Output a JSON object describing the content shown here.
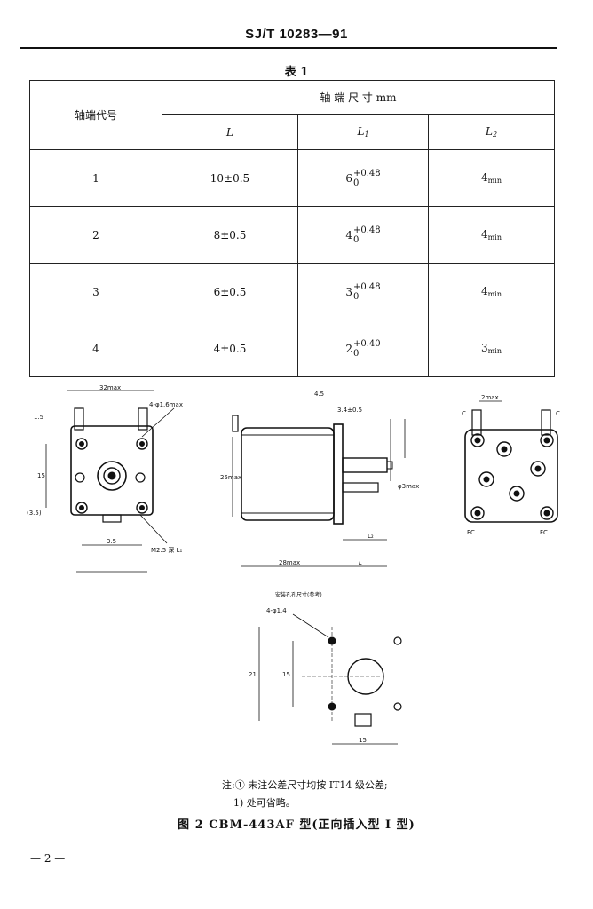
{
  "header": {
    "standard": "SJ/T 10283—91"
  },
  "table": {
    "title": "表 1",
    "col_code": "轴端代号",
    "col_group": "轴 端 尺 寸    mm",
    "col_L": "L",
    "col_L1": "L",
    "col_L1_sub": "1",
    "col_L2": "L",
    "col_L2_sub": "2",
    "rows": [
      {
        "code": "1",
        "L": "10±0.5",
        "L1_base": "6",
        "L1_upper": "+0.48",
        "L1_lower": "0",
        "L2_base": "4",
        "L2_sub": "min"
      },
      {
        "code": "2",
        "L": "8±0.5",
        "L1_base": "4",
        "L1_upper": "+0.48",
        "L1_lower": "0",
        "L2_base": "4",
        "L2_sub": "min"
      },
      {
        "code": "3",
        "L": "6±0.5",
        "L1_base": "3",
        "L1_upper": "+0.48",
        "L1_lower": "0",
        "L2_base": "4",
        "L2_sub": "min"
      },
      {
        "code": "4",
        "L": "4±0.5",
        "L1_base": "2",
        "L1_upper": "+0.40",
        "L1_lower": "0",
        "L2_base": "3",
        "L2_sub": "min"
      }
    ]
  },
  "drawing": {
    "front_width": "32max",
    "front_hole": "4-φ1.6max",
    "front_thread": "M2.5 深 L₁",
    "front_side_dim": "15",
    "front_bottom_dim": "3.5",
    "front_small_dim": "(3.5)",
    "front_label_1": "1.5",
    "side_height": "25max",
    "side_depth": "28max",
    "side_L": "L",
    "side_L2": "L₂",
    "side_top_dim": "4.5",
    "side_shaft_dim": "3.4±0.5",
    "side_shaft_dia": "φ3max",
    "rear_top_dim": "2max",
    "rear_label_c_left": "C",
    "rear_label_c_right": "C",
    "rear_label_fc_left": "FC",
    "rear_label_fc_right": "FC",
    "mount_title": "安装孔孔尺寸(参考)",
    "mount_hole": "4-φ1.4",
    "mount_dim_side": "21",
    "mount_dim_inner": "15",
    "mount_dim_bottom": "15"
  },
  "notes": {
    "line1": "注:① 未注公差尺寸均按 IT14 级公差;",
    "line2": "1) 处可省略。"
  },
  "figure_caption": "图 2   CBM-443AF 型(正向插入型 I 型)",
  "page_number": "— 2 —"
}
